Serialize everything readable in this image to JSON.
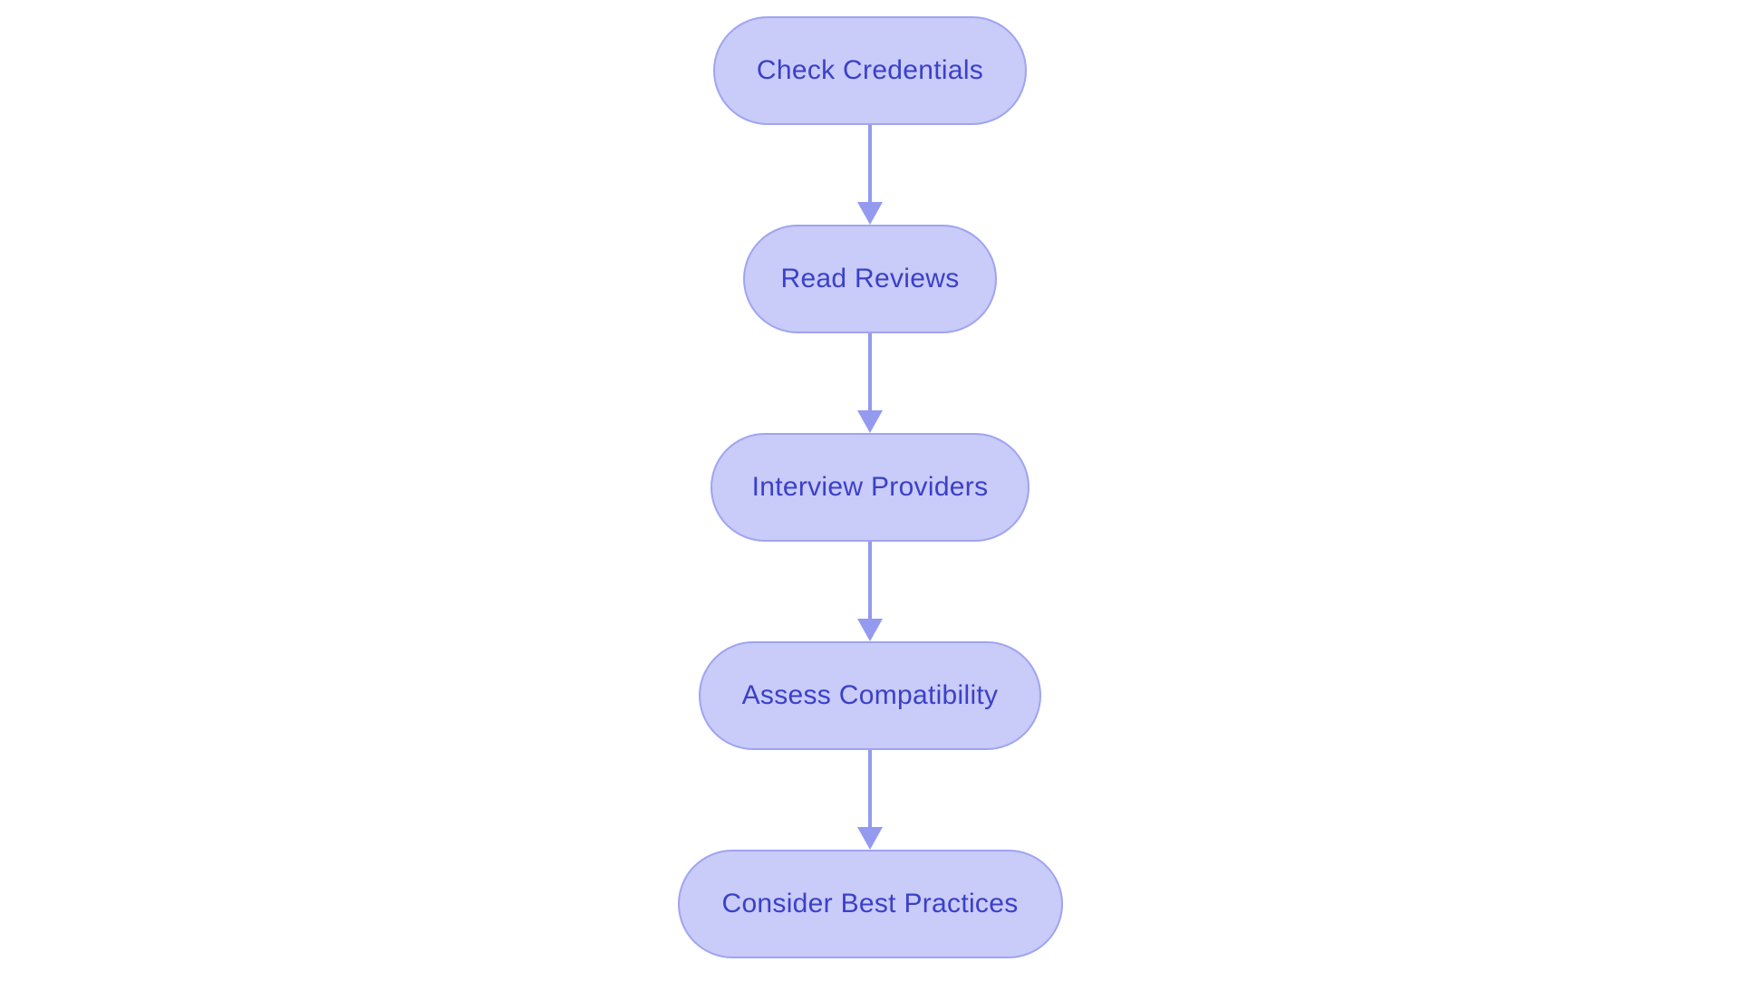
{
  "diagram": {
    "type": "flowchart",
    "direction": "top-down",
    "nodes": [
      {
        "id": "n1",
        "label": "Check Credentials"
      },
      {
        "id": "n2",
        "label": "Read Reviews"
      },
      {
        "id": "n3",
        "label": "Interview Providers"
      },
      {
        "id": "n4",
        "label": "Assess Compatibility"
      },
      {
        "id": "n5",
        "label": "Consider Best Practices"
      }
    ],
    "edges": [
      {
        "from": "n1",
        "to": "n2"
      },
      {
        "from": "n2",
        "to": "n3"
      },
      {
        "from": "n3",
        "to": "n4"
      },
      {
        "from": "n4",
        "to": "n5"
      }
    ],
    "colors": {
      "node_fill": "#c9cbf8",
      "node_border": "#9fa4f1",
      "node_text": "#3b40c8",
      "arrow": "#939af0",
      "background": "#ffffff"
    }
  }
}
